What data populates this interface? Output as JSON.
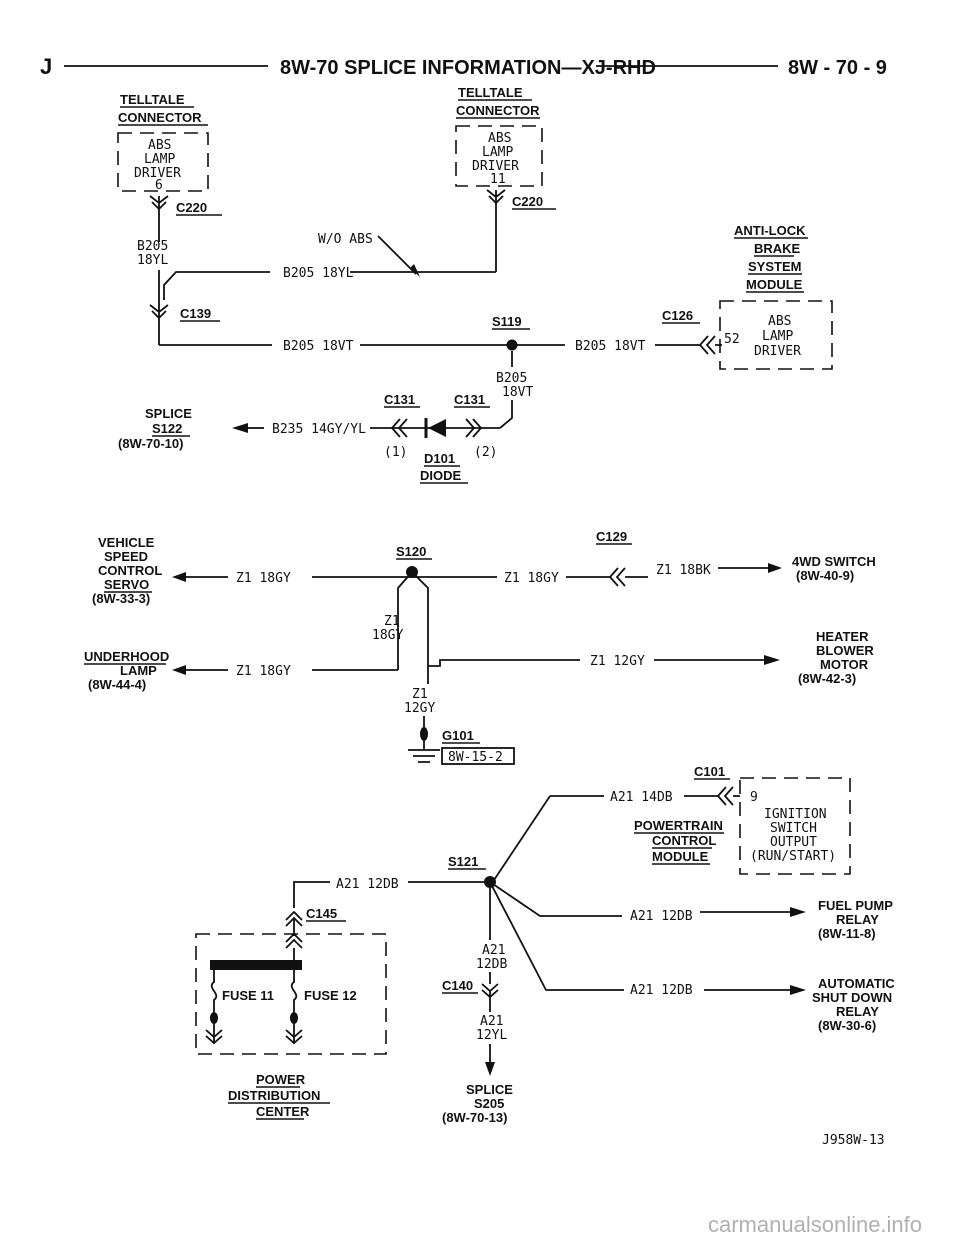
{
  "header": {
    "left_letter": "J",
    "title": "8W-70 SPLICE INFORMATION—XJ-RHD",
    "page_ref": "8W - 70 - 9"
  },
  "telltale_left": {
    "title1": "TELLTALE",
    "title2": "CONNECTOR",
    "line1": "ABS",
    "line2": "LAMP",
    "line3": "DRIVER",
    "pin": "6",
    "connector": "C220",
    "wire1": "B205",
    "wire2": "18YL"
  },
  "telltale_right": {
    "title1": "TELLTALE",
    "title2": "CONNECTOR",
    "line1": "ABS",
    "line2": "LAMP",
    "line3": "DRIVER",
    "pin": "11",
    "connector": "C220"
  },
  "abs_section": {
    "wo_abs": "W/O ABS",
    "wire_b205_18yl": "B205 18YL",
    "c139": "C139",
    "wire_b205_18vt_left": "B205 18VT",
    "s119": "S119",
    "wire_b205_18vt_right": "B205 18VT",
    "c126": "C126",
    "pin52": "52",
    "module_title": [
      "ANTI-LOCK",
      "BRAKE",
      "SYSTEM",
      "MODULE"
    ],
    "module_box": [
      "ABS",
      "LAMP",
      "DRIVER"
    ],
    "b205_down1": "B205",
    "b205_down2": "18VT",
    "c131_left": "C131",
    "c131_right": "C131",
    "splice_title": "SPLICE",
    "splice_id": "S122",
    "splice_ref": "(8W-70-10)",
    "wire_b235": "B235 14GY/YL",
    "diode_pin1": "(1)",
    "diode_pin2": "(2)",
    "diode_id": "D101",
    "diode_label": "DIODE"
  },
  "ground_section": {
    "vss": [
      "VEHICLE",
      "SPEED",
      "CONTROL",
      "SERVO",
      "(8W-33-3)"
    ],
    "wire_z1_18gy_a": "Z1 18GY",
    "s120": "S120",
    "wire_z1_18gy_b": "Z1 18GY",
    "c129": "C129",
    "wire_z1_18bk": "Z1 18BK",
    "switch_4wd": [
      "4WD SWITCH",
      "(8W-40-9)"
    ],
    "z1_vert_a": "Z1",
    "z1_vert_b": "18GY",
    "underhood": [
      "UNDERHOOD",
      "LAMP",
      "(8W-44-4)"
    ],
    "wire_z1_18gy_c": "Z1 18GY",
    "wire_z1_12gy": "Z1 12GY",
    "heater": [
      "HEATER",
      "BLOWER",
      "MOTOR",
      "(8W-42-3)"
    ],
    "z1_down_a": "Z1",
    "z1_down_b": "12GY",
    "g101": "G101",
    "g101_ref": "8W-15-2"
  },
  "a21_section": {
    "c101": "C101",
    "wire_a21_14db": "A21 14DB",
    "pin9": "9",
    "ignition": [
      "IGNITION",
      "SWITCH",
      "OUTPUT",
      "(RUN/START)"
    ],
    "pcm": [
      "POWERTRAIN",
      "CONTROL",
      "MODULE"
    ],
    "s121": "S121",
    "wire_a21_12db_left": "A21 12DB",
    "c145": "C145",
    "fuse11": "FUSE 11",
    "fuse12": "FUSE 12",
    "pdc": [
      "POWER",
      "DISTRIBUTION",
      "CENTER"
    ],
    "wire_a21_12db_fuel": "A21 12DB",
    "fuel_pump": [
      "FUEL PUMP",
      "RELAY",
      "(8W-11-8)"
    ],
    "a21_vert_a": "A21",
    "a21_vert_b": "12DB",
    "c140": "C140",
    "wire_a21_12db_asd": "A21 12DB",
    "asd": [
      "AUTOMATIC",
      "SHUT DOWN",
      "RELAY",
      "(8W-30-6)"
    ],
    "a21_yl_a": "A21",
    "a21_yl_b": "12YL",
    "splice_s205": [
      "SPLICE",
      "S205",
      "(8W-70-13)"
    ]
  },
  "figure_id": "J958W-13",
  "watermark": "carmanualsonline.info"
}
